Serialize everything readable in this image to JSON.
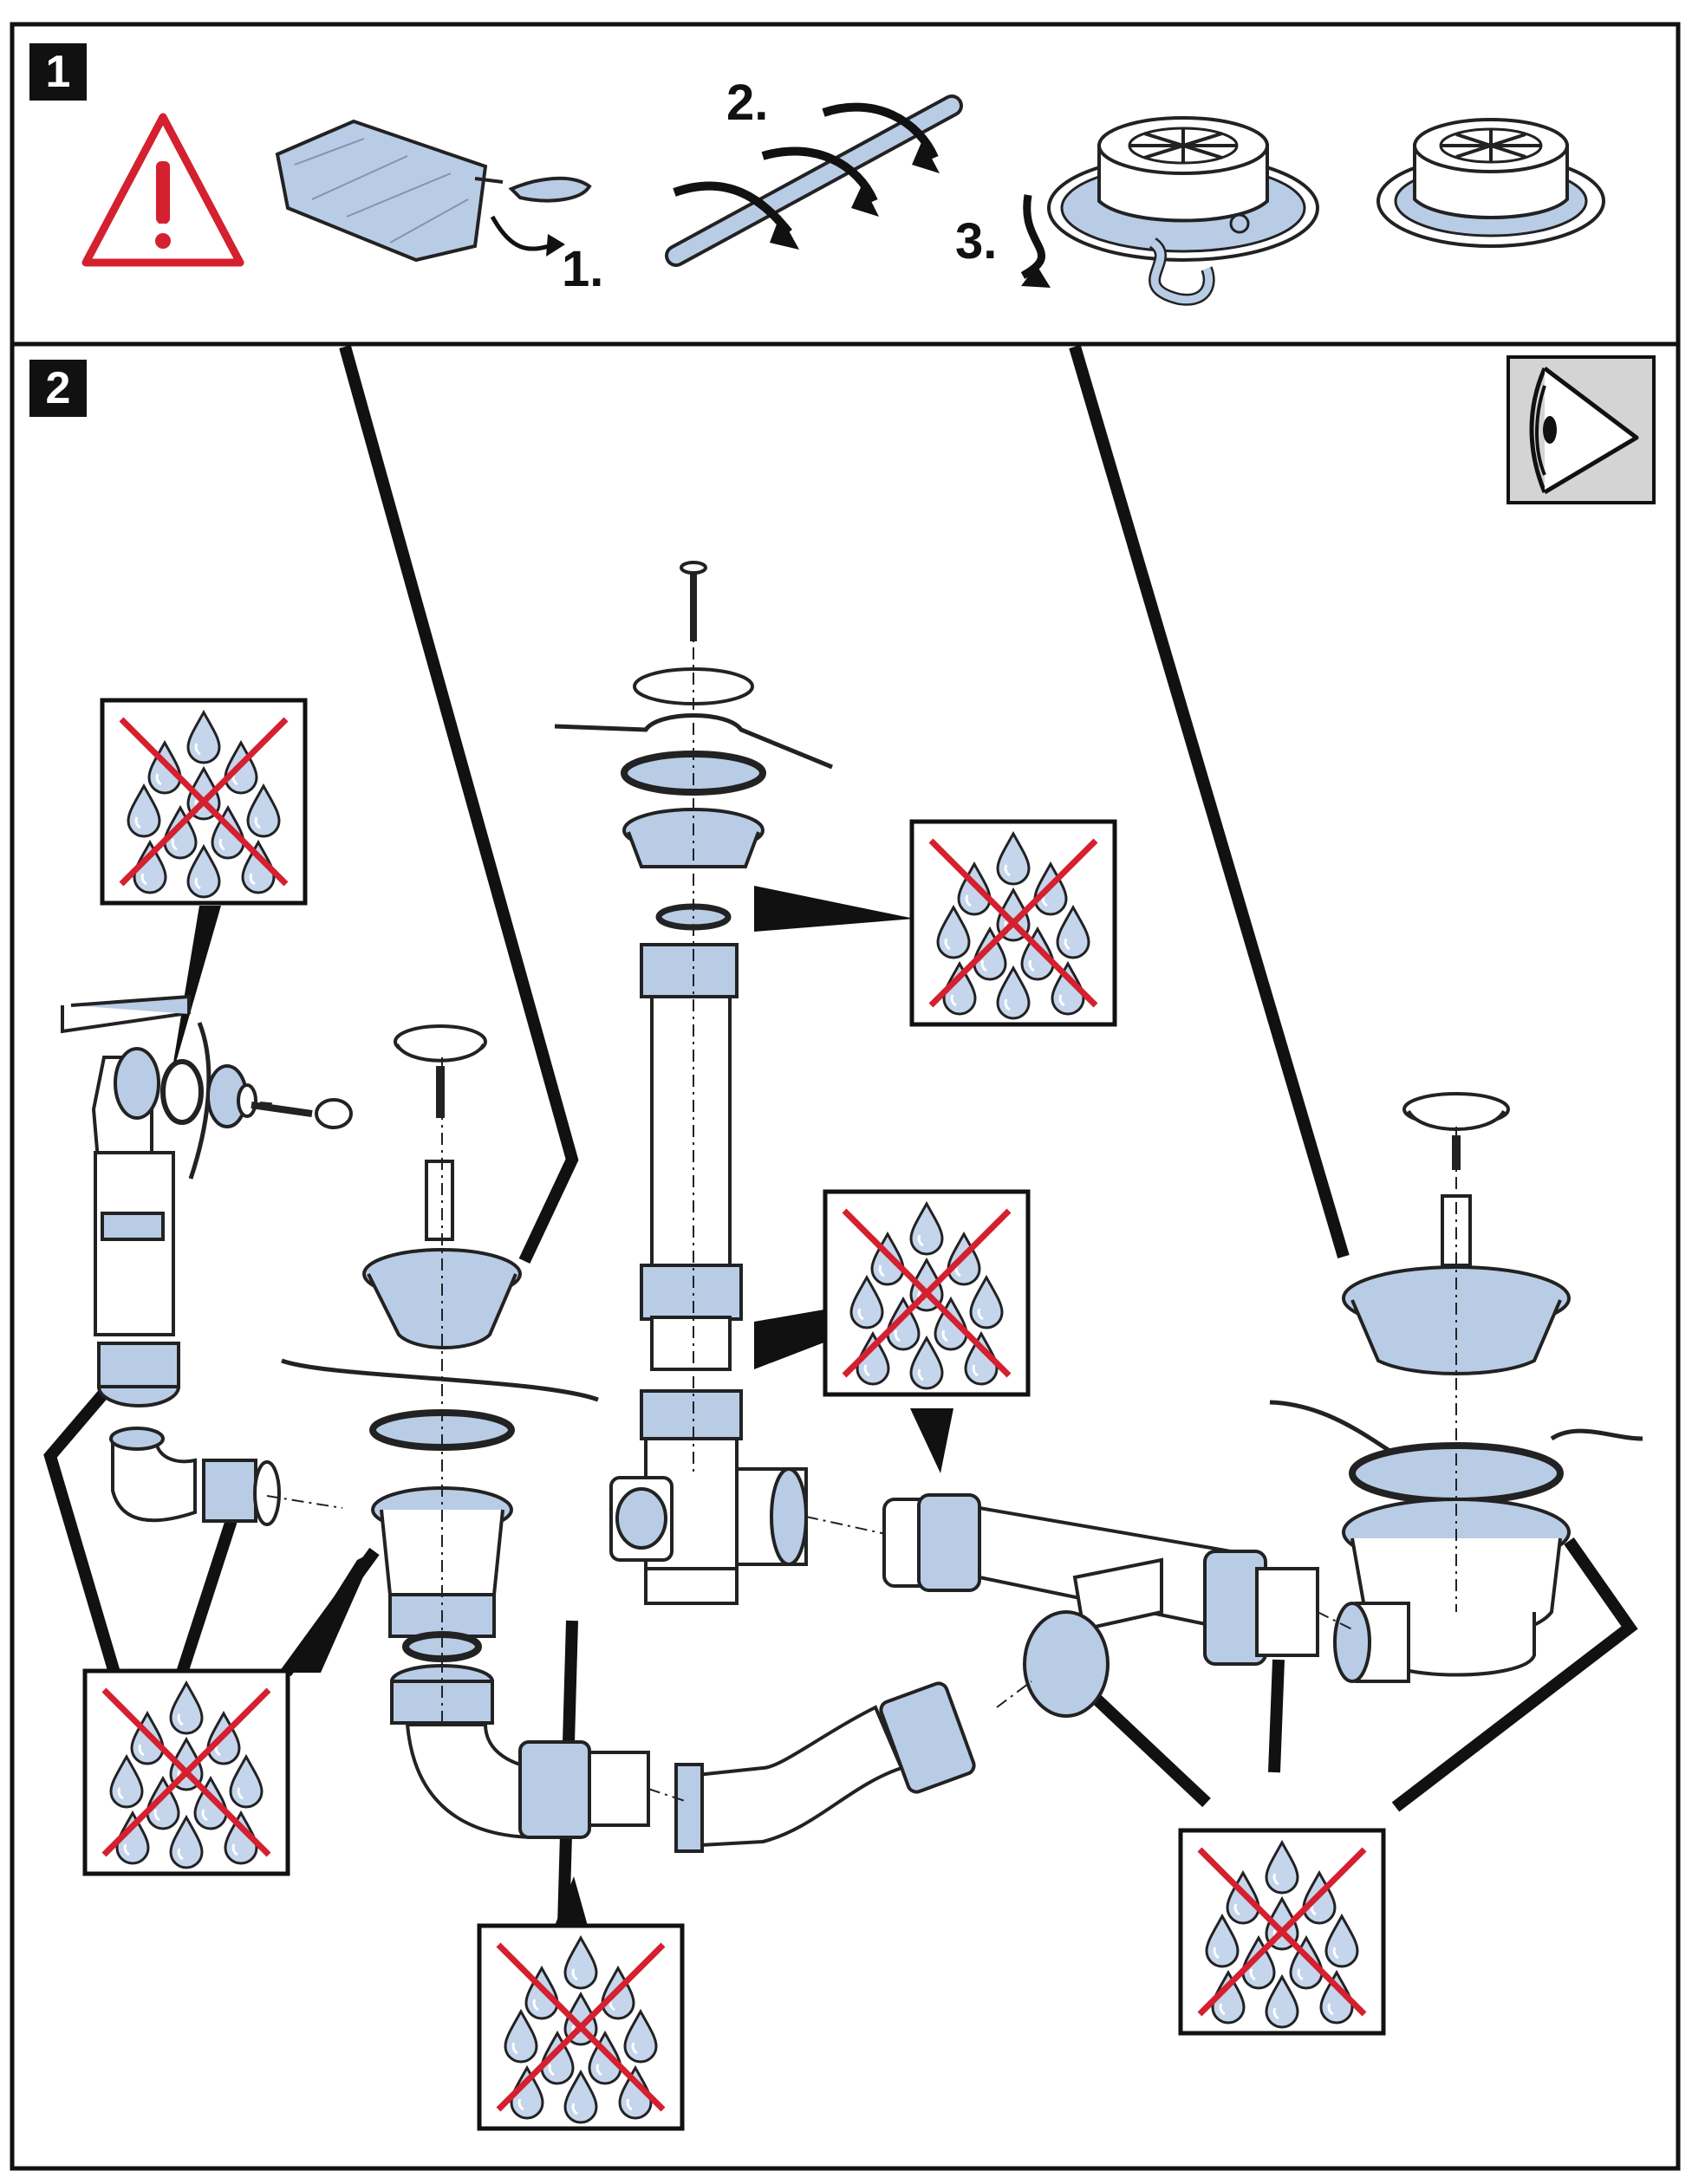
{
  "panels": [
    {
      "number": "1"
    },
    {
      "number": "2"
    }
  ],
  "step1_labels": [
    "1.",
    "2.",
    "3."
  ],
  "icons": {
    "warning": "warning-triangle-icon",
    "visual_check": "eye-inspection-icon",
    "no_water": "no-water-drops-icon"
  },
  "colors": {
    "warning_red": "#d4202f",
    "part_blue": "#b9cce6",
    "drop_blue": "#c4d5ec",
    "frame_black": "#111111",
    "eye_panel_gray": "#d4d4d4"
  }
}
